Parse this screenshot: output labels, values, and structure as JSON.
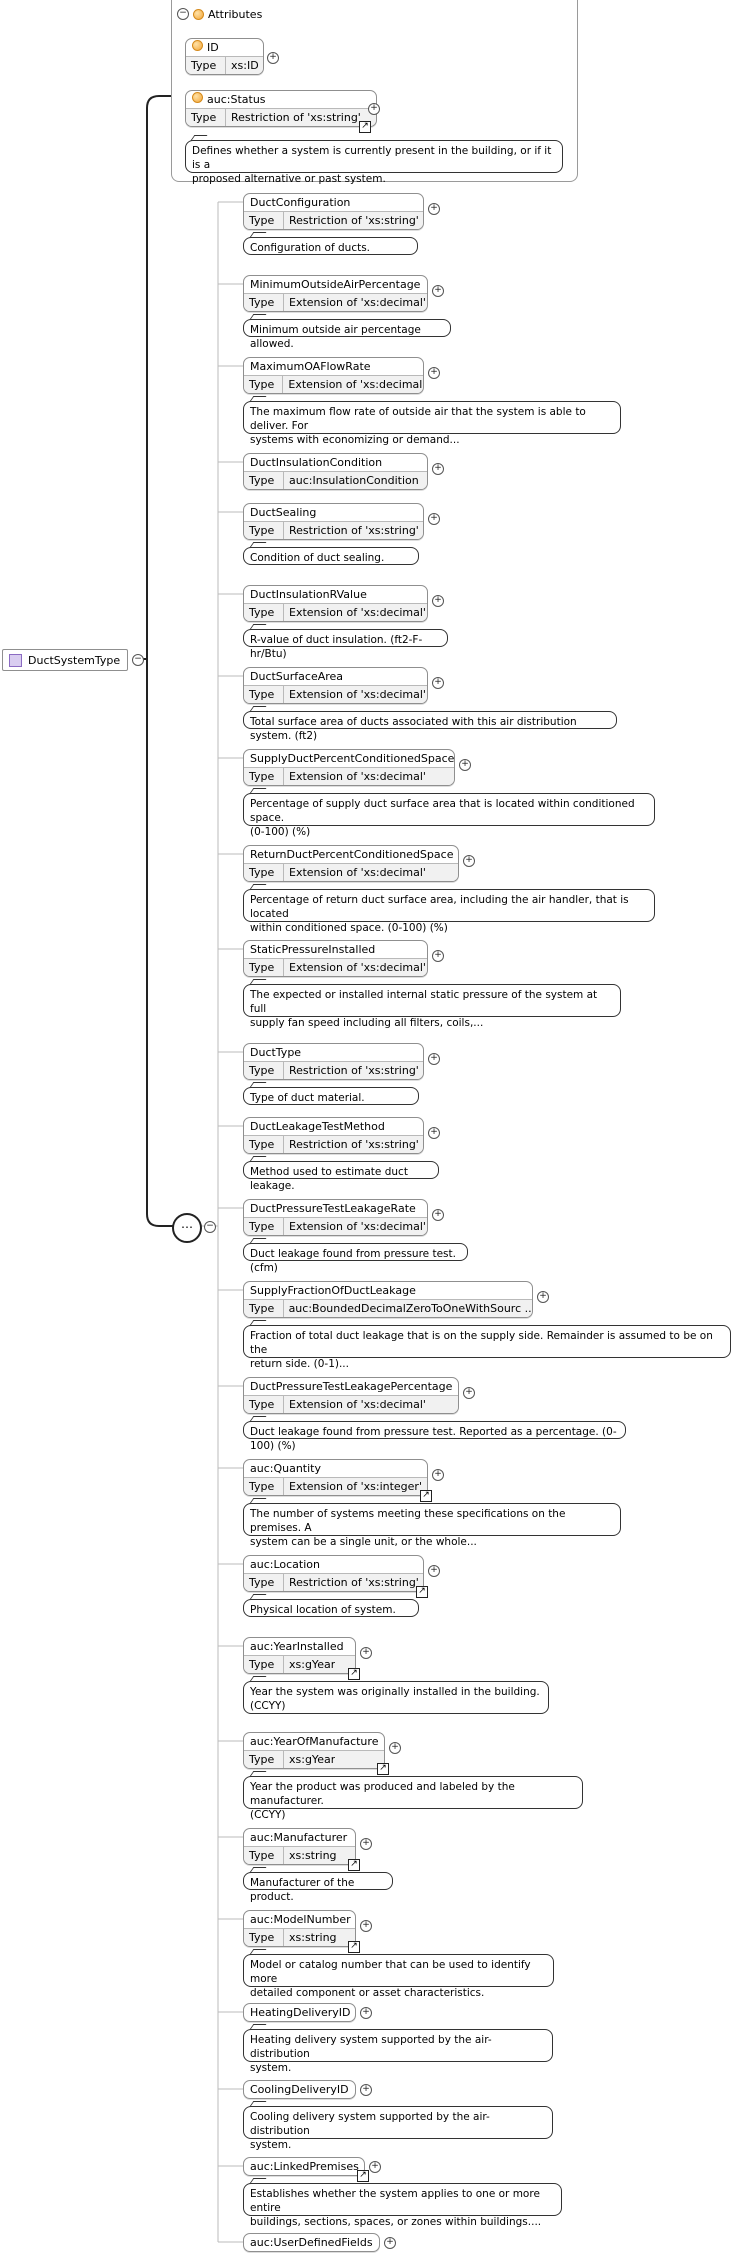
{
  "root": {
    "name": "DuctSystemType",
    "toggle": "−"
  },
  "attributes": {
    "header": "Attributes",
    "toggle": "−",
    "items": [
      {
        "name": "ID",
        "type_label": "Type",
        "type": "xs:ID"
      },
      {
        "name": "auc:Status",
        "type_label": "Type",
        "type": "Restriction of 'xs:string'",
        "doc": "Defines whether a system is currently present in the building, or if it is a\nproposed alternative or past system."
      }
    ]
  },
  "sequence": {
    "toggle": "−"
  },
  "elements": [
    {
      "name": "DuctConfiguration",
      "type": "Restriction of 'xs:string'",
      "doc": "Configuration of ducts."
    },
    {
      "name": "MinimumOutsideAirPercentage",
      "type": "Extension of 'xs:decimal'",
      "doc": "Minimum outside air percentage allowed."
    },
    {
      "name": "MaximumOAFlowRate",
      "type": "Extension of 'xs:decimal'",
      "doc": "The maximum flow rate of outside air that the system is able to deliver. For\nsystems with economizing or demand..."
    },
    {
      "name": "DuctInsulationCondition",
      "type": "auc:InsulationCondition",
      "doc": ""
    },
    {
      "name": "DuctSealing",
      "type": "Restriction of 'xs:string'",
      "doc": "Condition of duct sealing."
    },
    {
      "name": "DuctInsulationRValue",
      "type": "Extension of 'xs:decimal'",
      "doc": "R-value of duct insulation. (ft2-F-hr/Btu)"
    },
    {
      "name": "DuctSurfaceArea",
      "type": "Extension of 'xs:decimal'",
      "doc": "Total surface area of ducts associated with this air distribution system. (ft2)"
    },
    {
      "name": "SupplyDuctPercentConditionedSpace",
      "type": "Extension of 'xs:decimal'",
      "doc": "Percentage of supply duct surface area that is located within conditioned space.\n(0-100) (%)"
    },
    {
      "name": "ReturnDuctPercentConditionedSpace",
      "type": "Extension of 'xs:decimal'",
      "doc": "Percentage of return duct surface area, including the air handler, that is located\nwithin conditioned space. (0-100) (%)"
    },
    {
      "name": "StaticPressureInstalled",
      "type": "Extension of 'xs:decimal'",
      "doc": "The expected or installed internal static pressure of the system at full\nsupply fan speed including all filters, coils,..."
    },
    {
      "name": "DuctType",
      "type": "Restriction of 'xs:string'",
      "doc": "Type of duct material."
    },
    {
      "name": "DuctLeakageTestMethod",
      "type": "Restriction of 'xs:string'",
      "doc": "Method used to estimate duct leakage."
    },
    {
      "name": "DuctPressureTestLeakageRate",
      "type": "Extension of 'xs:decimal'",
      "doc": "Duct leakage found from pressure test. (cfm)"
    },
    {
      "name": "SupplyFractionOfDuctLeakage",
      "type": "auc:BoundedDecimalZeroToOneWithSourc ...",
      "doc": "Fraction of total duct leakage that is on the supply side. Remainder is assumed to be on the\nreturn side. (0-1)..."
    },
    {
      "name": "DuctPressureTestLeakagePercentage",
      "type": "Extension of 'xs:decimal'",
      "doc": "Duct leakage found from pressure test. Reported as a percentage. (0-100) (%)"
    },
    {
      "name": "auc:Quantity",
      "type": "Extension of 'xs:integer'",
      "doc": "The number of systems meeting these specifications on the premises. A\nsystem can be a single unit, or the whole..."
    },
    {
      "name": "auc:Location",
      "type": "Restriction of 'xs:string'",
      "doc": "Physical location of system."
    },
    {
      "name": "auc:YearInstalled",
      "type": "xs:gYear",
      "doc": "Year the system was originally installed in the building.\n(CCYY)"
    },
    {
      "name": "auc:YearOfManufacture",
      "type": "xs:gYear",
      "doc": "Year the product was produced and labeled by the manufacturer.\n(CCYY)"
    },
    {
      "name": "auc:Manufacturer",
      "type": "xs:string",
      "doc": "Manufacturer of the product."
    },
    {
      "name": "auc:ModelNumber",
      "type": "xs:string",
      "doc": "Model or catalog number that can be used to identify more\ndetailed component or asset characteristics."
    },
    {
      "name": "HeatingDeliveryID",
      "type": "",
      "doc": "Heating delivery system supported by the air-distribution\nsystem."
    },
    {
      "name": "CoolingDeliveryID",
      "type": "",
      "doc": "Cooling delivery system supported by the air-distribution\nsystem."
    },
    {
      "name": "auc:LinkedPremises",
      "type": "",
      "doc": "Establishes whether the system applies to one or more entire\nbuildings, sections, spaces, or zones within buildings...."
    },
    {
      "name": "auc:UserDefinedFields",
      "type": "",
      "doc": ""
    }
  ],
  "labels": {
    "type_label": "Type",
    "plus": "+",
    "ref": "↗"
  }
}
